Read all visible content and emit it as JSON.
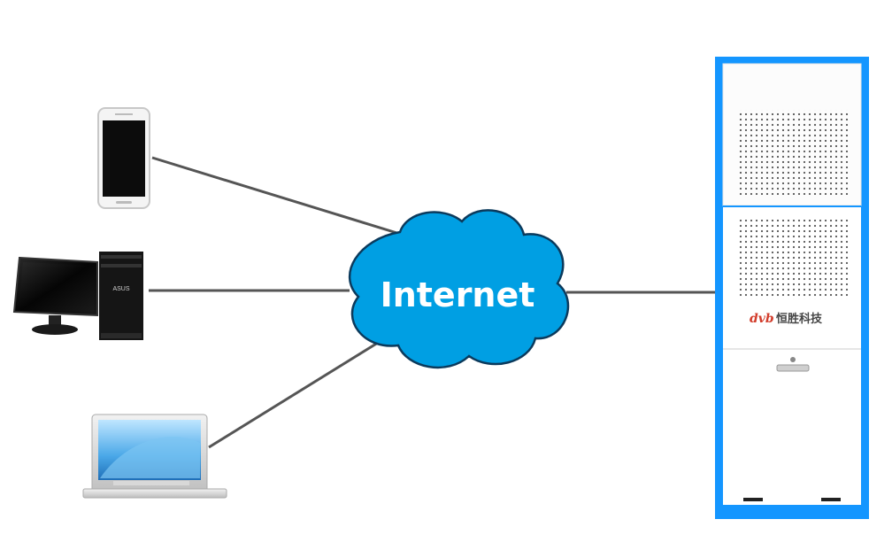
{
  "cloud": {
    "label": "Internet",
    "fill": "#009fe3",
    "stroke": "#0b3a5c"
  },
  "cabinet": {
    "brand_mark": "dvb",
    "brand_name": "恒胜科技",
    "frame_color": "#1496ff"
  },
  "clients": [
    {
      "id": "smartphone",
      "icon": "smartphone-icon"
    },
    {
      "id": "desktop",
      "icon": "desktop-computer-icon",
      "tower_badge": "ASUS"
    },
    {
      "id": "laptop",
      "icon": "laptop-icon"
    }
  ],
  "connection_color": "#555555"
}
